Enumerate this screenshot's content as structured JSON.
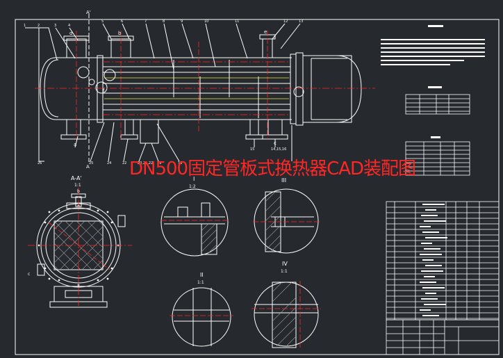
{
  "title": "DN500固定管板式换热器CAD装配图",
  "labels": {
    "section_aa": "A-A'",
    "section_aa_scale": "1:1",
    "section_top": "A'",
    "section_bottom": "A",
    "detail_i": "I",
    "detail_i_scale": "1:2",
    "detail_ii": "II",
    "detail_ii_scale": "1:1",
    "detail_iii": "III",
    "detail_iv": "IV",
    "detail_iv_scale": "1:1",
    "nozzle_a": "a",
    "nozzle_b": "b",
    "nozzle_c": "c",
    "nozzle_d": "d",
    "nozzle_e": "e",
    "nozzle_f": "f"
  },
  "colors": {
    "background": "#262a2e",
    "line": "#ffffff",
    "red": "#ff2626",
    "yellow": "#e8e84a",
    "hatch": "#9a9a9a"
  }
}
